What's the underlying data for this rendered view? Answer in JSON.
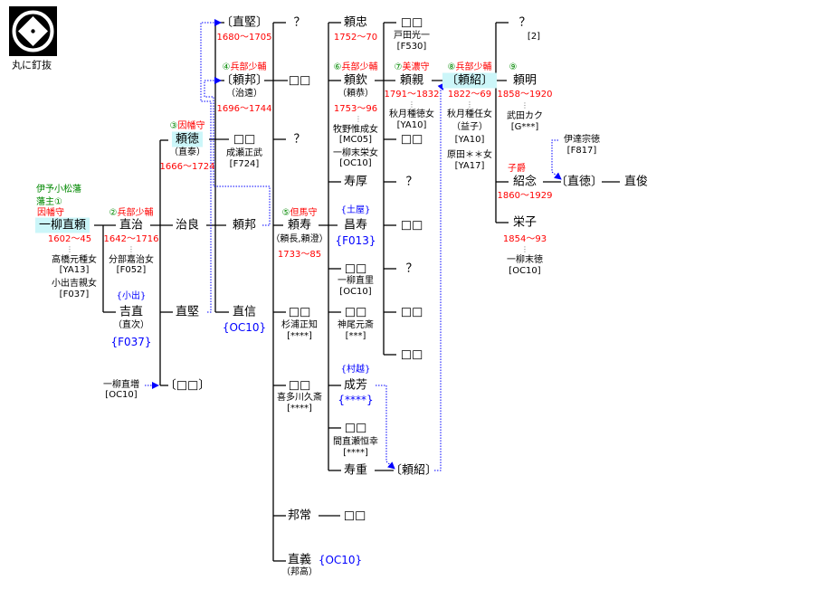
{
  "crest": {
    "caption": "丸に釘抜"
  },
  "labels": {
    "domain": "伊予小松藩",
    "lord_no": "藩主①",
    "naoyori_title": "因幡守",
    "naoyori": "一柳直頼",
    "naoyori_date": "1602～45",
    "naoyori_wife1": "高橋元種女",
    "naoyori_wife1_code": "[YA13]",
    "naoyori_wife2": "小出吉親女",
    "naoyori_wife2_code": "[F037]",
    "naoharu_num": "②",
    "naoharu_title": "兵部少輔",
    "naoharu": "直治",
    "naoharu_date": "1642～1716",
    "naoharu_wife": "分部嘉治女",
    "naoharu_wife_code": "[F052]",
    "yoshinao_family": "{小出}",
    "yoshinao": "吉直",
    "yoshinao_alias": "（直次）",
    "yoshinao_code": "{F037}",
    "naomasu": "一柳直増",
    "naomasu_code": "[OC10]",
    "yorinori_num": "③",
    "yorinori_title": "因幡守",
    "yorinori": "頼徳",
    "yorinori_alias": "（直泰）",
    "yorinori_date": "1666～1724",
    "haruyoshi": "治良",
    "naokata": "直堅",
    "unknown_bracket": "〔□□〕",
    "naokata2": "〔直堅〕",
    "naokata2_date": "1680～1705",
    "yorikuni_num": "④",
    "yorikuni_title": "兵部少輔",
    "yorikuni2": "〔頼邦〕",
    "yorikuni2_alias": "（治遠）",
    "yorikuni2_date": "1696～1744",
    "c3_unknown": "□□",
    "c3_unknown_note": "成瀬正武",
    "c3_unknown_code": "[F724]",
    "yorikuni": "頼邦",
    "naonobu": "直信",
    "naonobu_code": "{OC10}",
    "c4_q1": "？",
    "c4_box1": "□□",
    "c4_q2": "？",
    "yorinaga_num": "⑤",
    "yorinaga_title": "但馬守",
    "yorinaga": "頼寿",
    "yorinaga_alias": "（頼長,頼澄）",
    "yorinaga_date": "1733～85",
    "c4_box2": "□□",
    "c4_box2_note": "杉浦正知",
    "c4_box2_code": "[****]",
    "c4_box3": "□□",
    "c4_box3_note": "喜多川久斎",
    "c4_box3_code": "[****]",
    "kunitsune": "邦常",
    "kunitsune_child": "□□",
    "naoyoshi": "直義",
    "naoyoshi_alias": "（邦高）",
    "naoyoshi_code": "{OC10}",
    "yoritada": "頼忠",
    "yoritada_date": "1752～70",
    "yorinobu_num": "⑥",
    "yorinobu_title": "兵部少輔",
    "yorinobu": "頼欽",
    "yorinobu_alias": "（頼恭）",
    "yorinobu_date": "1753～96",
    "yorinobu_wife1": "牧野惟成女",
    "yorinobu_wife1_code": "[MC05]",
    "yorinobu_wife2": "一柳末栄女",
    "yorinobu_wife2_code": "[OC10]",
    "toshiatsu": "寿厚",
    "masatoshi_family": "{土屋}",
    "masatoshi": "昌寿",
    "masatoshi_code": "{F013}",
    "c5_box1": "□□",
    "c5_box1_note": "一柳直里",
    "c5_box1_code": "[OC10]",
    "c5_box2": "□□",
    "c5_box2_note": "神尾元斎",
    "c5_box2_code": "[***]",
    "nariyoshi_family": "{村越}",
    "nariyoshi": "成芳",
    "nariyoshi_code": "{****}",
    "c5_box3": "□□",
    "c5_box3_note": "間直瀬恒幸",
    "c5_box3_code": "[****]",
    "toshishige": "寿重",
    "yoritsugu2": "〔頼紹〕",
    "c6_box1": "□□",
    "c6_box1_note": "戸田光一",
    "c6_box1_code": "[F530]",
    "yorichika_num": "⑦",
    "yorichika_title": "美濃守",
    "yorichika": "頼親",
    "yorichika_date": "1791～1832",
    "yorichika_wife": "秋月種徳女",
    "yorichika_wife_code": "[YA10]",
    "c6_box2": "□□",
    "c6_q1": "？",
    "c6_box3": "□□",
    "c6_q2": "？",
    "c6_box4": "□□",
    "c6_box5": "□□",
    "yoritsugu_num": "⑧",
    "yoritsugu_title": "兵部少輔",
    "yoritsugu": "〔頼紹〕",
    "yoritsugu_date": "1822～69",
    "yoritsugu_wife1": "秋月種任女",
    "yoritsugu_wife1_alias": "（益子）",
    "yoritsugu_wife1_code": "[YA10]",
    "yoritsugu_wife2": "原田＊＊女",
    "yoritsugu_wife2_code": "[YA17]",
    "c8_q": "？",
    "c8_q_code": "[2]",
    "yoriaki_num": "⑨",
    "yoriaki": "頼明",
    "yoriaki_date": "1858～1920",
    "yoriaki_wife": "武田カク",
    "yoriaki_wife_code": "[G***]",
    "shonen_title": "子爵",
    "shonen": "紹念",
    "shonen_date": "1860～1929",
    "eiko": "栄子",
    "eiko_date": "1854～93",
    "eiko_husband": "一柳末徳",
    "eiko_husband_code": "[OC10]",
    "date_munenori": "伊達宗徳",
    "date_munenori_code": "[F817]",
    "naonori": "〔直徳〕",
    "naotoshi": "直俊",
    "marriage_mark": "⋮"
  },
  "colors": {
    "rank": "#008800",
    "title": "#ff0000",
    "family": "#0000ff",
    "highlight": "#ccf6f9",
    "adoption": "#0000ff"
  }
}
